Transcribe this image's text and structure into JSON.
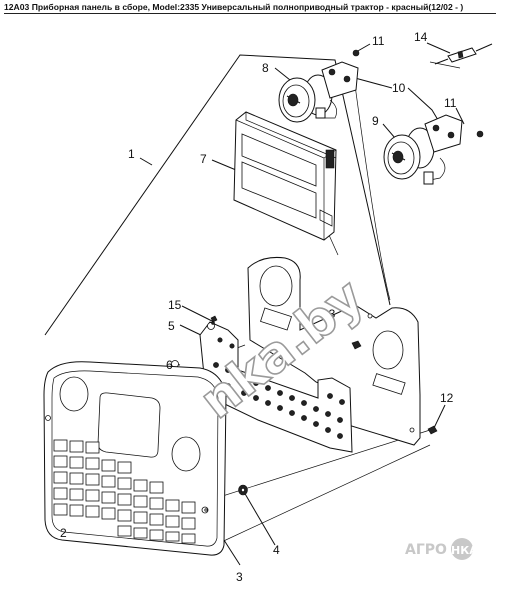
{
  "title": "12A03 Приборная панель в сборе, Model:2335 Универсальный полноприводный трактор - красный(12/02 - )",
  "watermark": "nka.by",
  "logo": {
    "left_text": "АГРО",
    "right_text": "НКА"
  },
  "callouts": [
    "1",
    "2",
    "3",
    "4",
    "5",
    "6",
    "7",
    "8",
    "9",
    "10",
    "11",
    "11",
    "12",
    "13",
    "14",
    "15"
  ]
}
